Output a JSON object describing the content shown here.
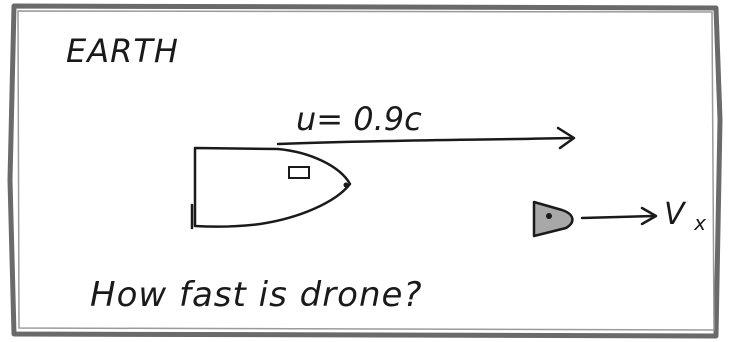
{
  "labels": {
    "frame": "EARTH",
    "velocity": "u= 0.9c",
    "drone_velocity": "V",
    "drone_velocity_subscript": "x",
    "question": "How fast is drone?"
  },
  "colors": {
    "ink": "#1a1a1a",
    "drone_fill": "#a8a8a8",
    "border": "#6a6a6a"
  }
}
